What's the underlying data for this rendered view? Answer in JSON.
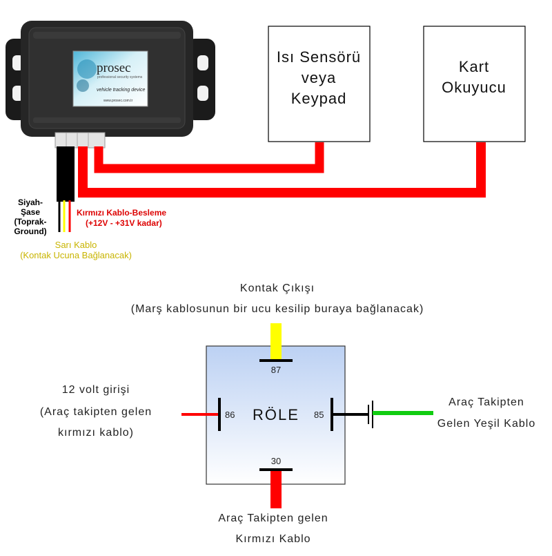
{
  "device": {
    "brand": "prosec",
    "tagline": "vehicle tracking device",
    "subtagline": "professional security systems",
    "website": "www.prosec.com.tr"
  },
  "boxes": {
    "sensor_lines": [
      "Isı Sensörü",
      "veya",
      "Keypad"
    ],
    "card_lines": [
      "Kart",
      "Okuyucu"
    ]
  },
  "wires": {
    "black_lines": [
      "Siyah-",
      "Şase",
      "(Toprak-",
      "Ground)"
    ],
    "red_line1": "Kırmızı Kablo-Besleme",
    "red_line2": "(+12V - +31V kadar)",
    "yellow_line1": "Sarı Kablo",
    "yellow_line2": "(Kontak Ucuna Bağlanacak)"
  },
  "relay": {
    "label": "RÖLE",
    "pin87": "87",
    "pin86": "86",
    "pin85": "85",
    "pin30": "30",
    "top_line1": "Kontak Çıkışı",
    "top_line2": "(Marş kablosunun bir ucu kesilip buraya bağlanacak)",
    "left_line1": "12 volt girişi",
    "left_line2": "(Araç takipten gelen",
    "left_line3": "kırmızı kablo)",
    "right_line1": "Araç Takipten",
    "right_line2": "Gelen Yeşil Kablo",
    "bottom_line1": "Araç Takipten gelen",
    "bottom_line2": "Kırmızı Kablo"
  },
  "colors": {
    "red": "#ff0000",
    "yellow": "#ffff00",
    "green": "#11cc11",
    "black": "#000000",
    "dark_red_text": "#dd0000",
    "yellow_text": "#c8b400",
    "relay_top": "#bcd1f3",
    "relay_bottom": "#ffffff"
  }
}
